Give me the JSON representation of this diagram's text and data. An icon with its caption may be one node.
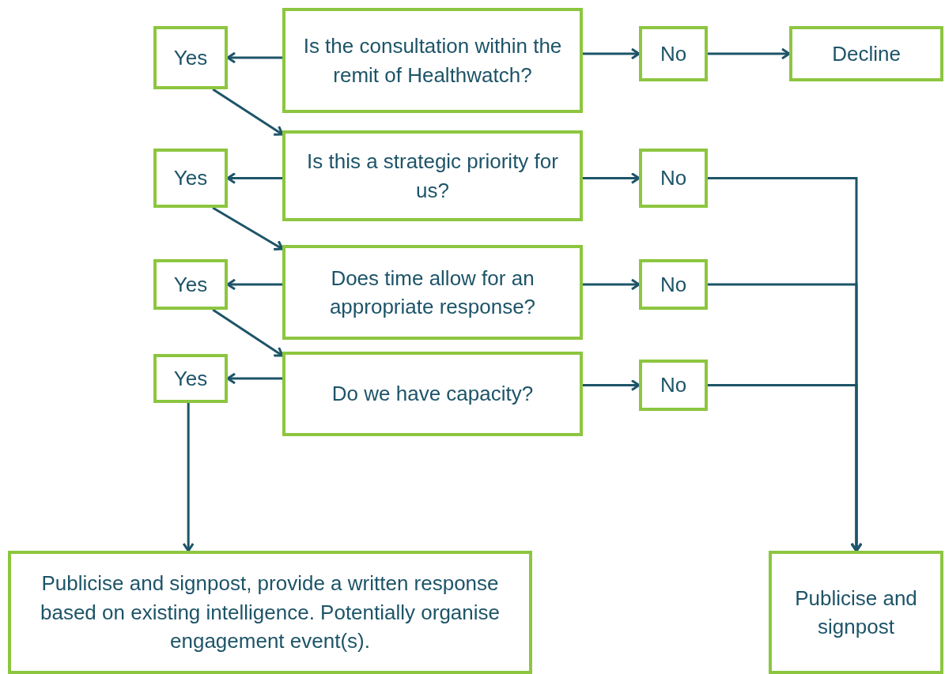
{
  "diagram": {
    "nodes": [
      {
        "text": [
          "Is the consultation within the remit of Healthwatch?"
        ]
      },
      {
        "text": [
          "Yes"
        ]
      },
      {
        "text": [
          "No"
        ]
      },
      {
        "text": [
          "Decline"
        ]
      },
      {
        "text": [
          "Is this a strategic priority for us?"
        ]
      },
      {
        "text": [
          "Yes"
        ]
      },
      {
        "text": [
          "No"
        ]
      },
      {
        "text": [
          "Does time allow for an appropriate response?"
        ]
      },
      {
        "text": [
          "Yes"
        ]
      },
      {
        "text": [
          "No"
        ]
      },
      {
        "text": [
          "Do we have capacity?"
        ]
      },
      {
        "text": [
          "Yes"
        ]
      },
      {
        "text": [
          "No"
        ]
      },
      {
        "text": [
          "Publicise and signpost, provide a written response based on existing intelligence. Potentially organise engagement event(s)."
        ]
      },
      {
        "text": [
          "Publicise and signpost"
        ]
      }
    ],
    "edges": [
      {
        "from": 0,
        "to": 1,
        "arrow": "to"
      },
      {
        "from": 0,
        "to": 2,
        "arrow": "to"
      },
      {
        "from": 2,
        "to": 3,
        "arrow": "to"
      },
      {
        "from": 1,
        "to": 4,
        "arrow": "to"
      },
      {
        "from": 4,
        "to": 5,
        "arrow": "to"
      },
      {
        "from": 4,
        "to": 6,
        "arrow": "to"
      },
      {
        "from": 5,
        "to": 7,
        "arrow": "to"
      },
      {
        "from": 7,
        "to": 8,
        "arrow": "to"
      },
      {
        "from": 7,
        "to": 9,
        "arrow": "to"
      },
      {
        "from": 8,
        "to": 10,
        "arrow": "to"
      },
      {
        "from": 10,
        "to": 11,
        "arrow": "to"
      },
      {
        "from": 10,
        "to": 12,
        "arrow": "to"
      },
      {
        "from": 11,
        "to": 13,
        "arrow": "to"
      },
      {
        "from": 6,
        "to": 14,
        "arrow": "to"
      },
      {
        "from": 9,
        "to": 14,
        "arrow": "to"
      },
      {
        "from": 12,
        "to": 14,
        "arrow": "to"
      }
    ]
  }
}
